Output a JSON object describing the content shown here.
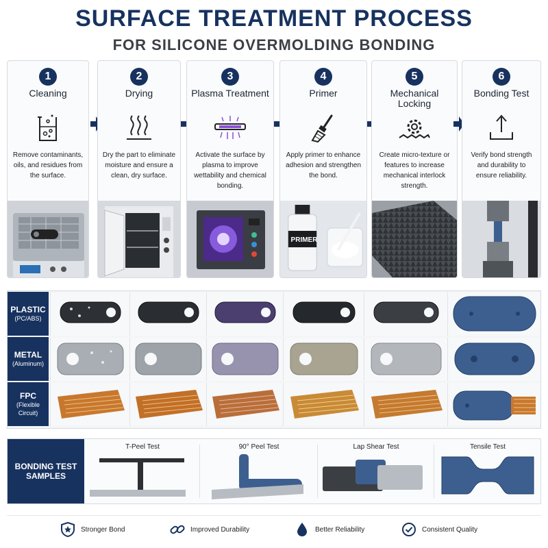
{
  "header": {
    "title": "SURFACE TREATMENT PROCESS",
    "subtitle": "FOR SILICONE OVERMOLDING BONDING"
  },
  "steps": [
    {
      "num": "1",
      "name": "Cleaning",
      "icon": "beaker-icon",
      "desc": "Remove contaminants, oils, and residues from the surface.",
      "photo": "ultrasonic-cleaner"
    },
    {
      "num": "2",
      "name": "Drying",
      "icon": "heat-waves-icon",
      "desc": "Dry the part to eliminate moisture and ensure a clean, dry surface.",
      "photo": "drying-oven"
    },
    {
      "num": "3",
      "name": "Plasma Treatment",
      "icon": "plasma-bar-icon",
      "desc": "Activate the surface by plasma to improve wettability and chemical bonding.",
      "photo": "plasma-chamber"
    },
    {
      "num": "4",
      "name": "Primer",
      "icon": "brush-icon",
      "desc": "Apply primer to enhance adhesion and strengthen the bond.",
      "photo": "primer-bottle",
      "photo_label": "PRIMER"
    },
    {
      "num": "5",
      "name": "Mechanical Locking",
      "icon": "gear-texture-icon",
      "desc": "Create micro-texture or features to increase mechanical interlock strength.",
      "photo": "textured-surface"
    },
    {
      "num": "6",
      "name": "Bonding Test",
      "icon": "pull-test-icon",
      "desc": "Verify bond strength and durability to ensure reliability.",
      "photo": "tensile-tester"
    }
  ],
  "materials": [
    {
      "name": "PLASTIC",
      "sub": "(PC/ABS)"
    },
    {
      "name": "METAL",
      "sub": "(Aluminum)"
    },
    {
      "name": "FPC",
      "sub": "(Flexible Circuit)"
    }
  ],
  "tests": {
    "label": "BONDING TEST SAMPLES",
    "items": [
      "T-Peel Test",
      "90° Peel Test",
      "Lap Shear Test",
      "Tensile Test"
    ]
  },
  "benefits": [
    {
      "icon": "star-shield-icon",
      "label": "Stronger Bond"
    },
    {
      "icon": "chain-link-icon",
      "label": "Improved Durability"
    },
    {
      "icon": "water-drop-icon",
      "label": "Better Reliability"
    },
    {
      "icon": "check-circle-icon",
      "label": "Consistent Quality"
    }
  ],
  "colors": {
    "navy": "#17325f",
    "silicone_blue": "#3d5f8f",
    "fpc_copper": "#c8782e"
  }
}
